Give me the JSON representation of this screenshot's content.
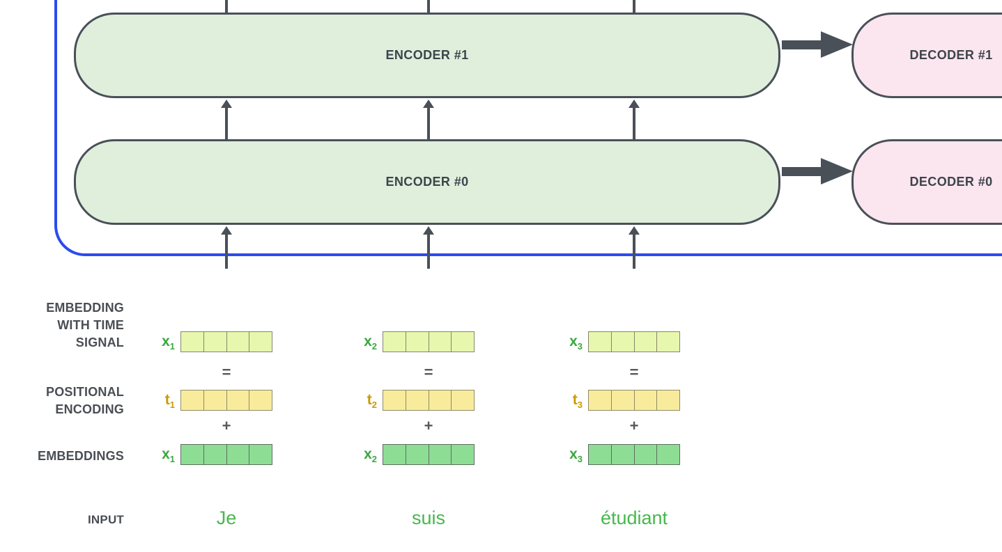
{
  "colors": {
    "ink": "#4a5058",
    "blue": "#2b4bef",
    "enc": "#dfefdc",
    "dec": "#fbe5ee",
    "cell_lt": "#e7f7ae",
    "cell_lt_b": "#85856a",
    "cell_y": "#f8ec9c",
    "cell_y_b": "#8f8a66",
    "cell_g": "#8edd95",
    "cell_g_b": "#5c6e5e",
    "x_green": "#3aa83f",
    "t_gold": "#c99a00",
    "word_green": "#47b84c",
    "label": "#4a4e54",
    "op": "#55595e"
  },
  "encoders": [
    {
      "label": "ENCODER #1"
    },
    {
      "label": "ENCODER #0"
    }
  ],
  "decoders": [
    {
      "label": "DECODER #1"
    },
    {
      "label": "DECODER #0"
    }
  ],
  "left_labels": {
    "embedding_time": "EMBEDDING\nWITH TIME\nSIGNAL",
    "positional": "POSITIONAL\nENCODING",
    "embeddings": "EMBEDDINGS",
    "input": "INPUT"
  },
  "operators": {
    "equals": "=",
    "plus": "+"
  },
  "columns": [
    {
      "x_base": "x",
      "x_sub": "1",
      "t_base": "t",
      "t_sub": "1",
      "word": "Je"
    },
    {
      "x_base": "x",
      "x_sub": "2",
      "t_base": "t",
      "t_sub": "2",
      "word": "suis"
    },
    {
      "x_base": "x",
      "x_sub": "3",
      "t_base": "t",
      "t_sub": "3",
      "word": "étudiant"
    }
  ],
  "vector": {
    "cells_per_vector": 4
  }
}
